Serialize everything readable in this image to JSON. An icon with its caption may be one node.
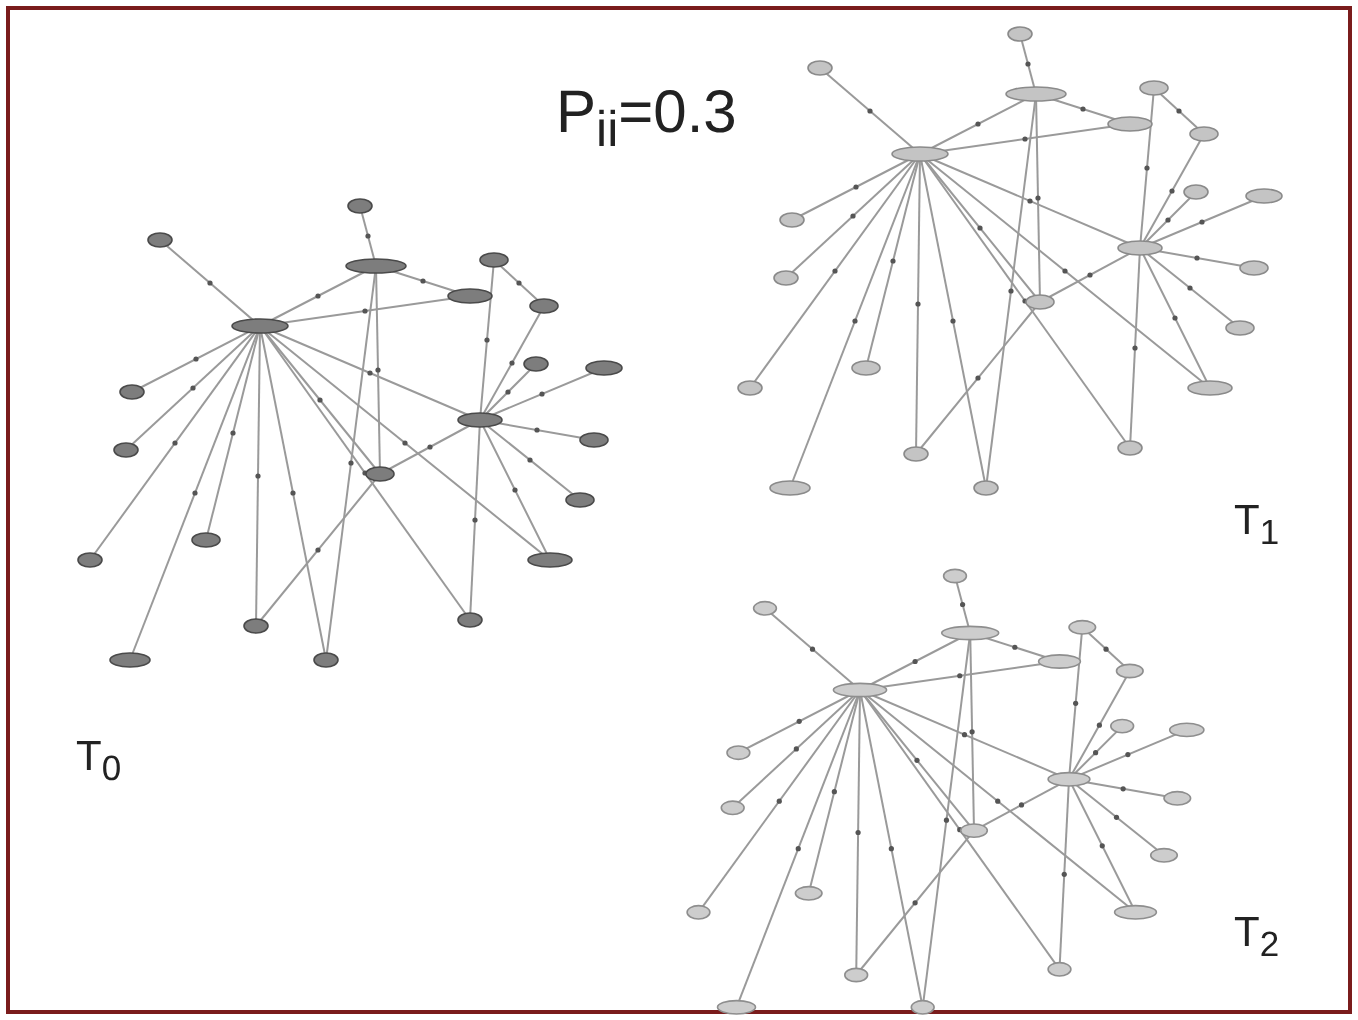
{
  "diagram": {
    "labels": [
      "P$_{ii}$=0.3",
      "T$_{0}$",
      "T$_{1}$",
      "T$_{2}$"
    ]
  }
}
